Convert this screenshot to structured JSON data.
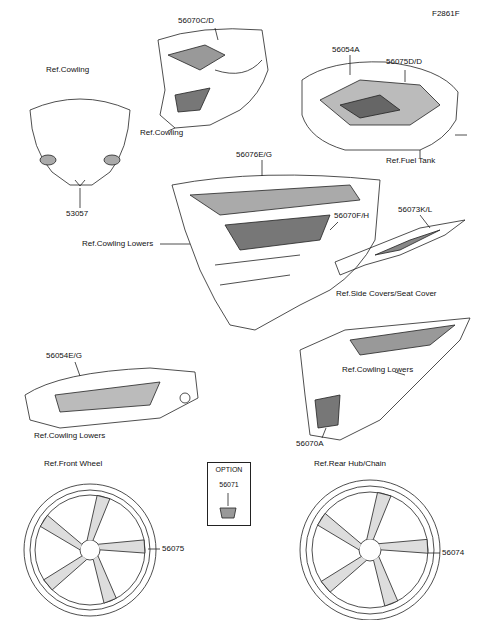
{
  "diagram": {
    "nodes": [
      {
        "text": [
          "OPTION",
          "56071"
        ]
      }
    ],
    "labels": [
      "F2861F",
      "Ref.Cowling",
      "56070C/D",
      "Ref.Cowling",
      "56054A",
      "56075D/D",
      "Ref.Fuel Tank",
      "53057",
      "56076E/G",
      "56070F/H",
      "Ref.Cowling Lowers",
      "56073K/L",
      "Ref.Side Covers/Seat Cover",
      "56054E/G",
      "Ref.Cowling Lowers",
      "Ref.Cowling Lowers",
      "56070A",
      "Ref.Front Wheel",
      "56075",
      "Ref.Rear Hub/Chain",
      "56074"
    ]
  }
}
